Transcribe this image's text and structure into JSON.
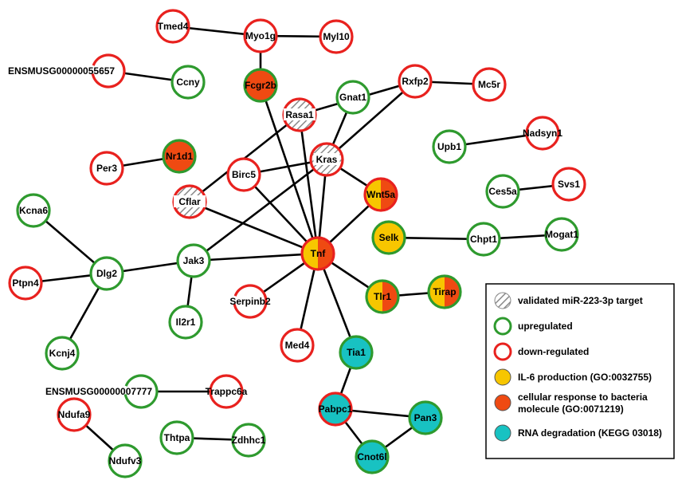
{
  "colors": {
    "up": "#2e9a2e",
    "down": "#e8211e",
    "il6": "#f7c600",
    "bacteria": "#ef4a12",
    "rna": "#18c2c2",
    "edge": "#000000"
  },
  "nodes": [
    {
      "id": "Tmed4",
      "label": "Tmed4",
      "ring": "down"
    },
    {
      "id": "Myo1g",
      "label": "Myo1g",
      "ring": "down"
    },
    {
      "id": "Myl10",
      "label": "Myl10",
      "ring": "down"
    },
    {
      "id": "ENSMUSG00000055657",
      "label": "ENSMUSG00000055657",
      "ring": "down",
      "arc": true
    },
    {
      "id": "Ccny",
      "label": "Ccny",
      "ring": "up"
    },
    {
      "id": "Fcgr2b",
      "label": "Fcgr2b",
      "ring": "up",
      "fill": "bacteria"
    },
    {
      "id": "Gnat1",
      "label": "Gnat1",
      "ring": "up"
    },
    {
      "id": "Rxfp2",
      "label": "Rxfp2",
      "ring": "down"
    },
    {
      "id": "Mc5r",
      "label": "Mc5r",
      "ring": "down"
    },
    {
      "id": "Rasa1",
      "label": "Rasa1",
      "ring": "down",
      "hatch": true
    },
    {
      "id": "Upb1",
      "label": "Upb1",
      "ring": "up"
    },
    {
      "id": "Nadsyn1",
      "label": "Nadsyn1",
      "ring": "down"
    },
    {
      "id": "Per3",
      "label": "Per3",
      "ring": "down"
    },
    {
      "id": "Nr1d1",
      "label": "Nr1d1",
      "ring": "up",
      "fill": "bacteria"
    },
    {
      "id": "Birc5",
      "label": "Birc5",
      "ring": "down"
    },
    {
      "id": "Kras",
      "label": "Kras",
      "ring": "down",
      "hatch": true
    },
    {
      "id": "Ces5a",
      "label": "Ces5a",
      "ring": "up"
    },
    {
      "id": "Svs1",
      "label": "Svs1",
      "ring": "down"
    },
    {
      "id": "Cflar",
      "label": "Cflar",
      "ring": "down",
      "hatch": true
    },
    {
      "id": "Wnt5a",
      "label": "Wnt5a",
      "ring": "down",
      "fill": "il6+bacteria"
    },
    {
      "id": "Kcna6",
      "label": "Kcna6",
      "ring": "up"
    },
    {
      "id": "Selk",
      "label": "Selk",
      "ring": "up",
      "fill": "il6"
    },
    {
      "id": "Chpt1",
      "label": "Chpt1",
      "ring": "up"
    },
    {
      "id": "Mogat1",
      "label": "Mogat1",
      "ring": "up"
    },
    {
      "id": "Dlg2",
      "label": "Dlg2",
      "ring": "up"
    },
    {
      "id": "Jak3",
      "label": "Jak3",
      "ring": "up"
    },
    {
      "id": "Tnf",
      "label": "Tnf",
      "ring": "down",
      "fill": "il6+bacteria"
    },
    {
      "id": "Ptpn4",
      "label": "Ptpn4",
      "ring": "down"
    },
    {
      "id": "Serpinb2",
      "label": "Serpinb2",
      "ring": "down",
      "arc": true
    },
    {
      "id": "Tlr1",
      "label": "Tlr1",
      "ring": "up",
      "fill": "il6+bacteria"
    },
    {
      "id": "Tirap",
      "label": "Tirap",
      "ring": "up",
      "fill": "il6+bacteria"
    },
    {
      "id": "Il2r1",
      "label": "Il2r1",
      "ring": "up"
    },
    {
      "id": "Kcnj4",
      "label": "Kcnj4",
      "ring": "up"
    },
    {
      "id": "Med4",
      "label": "Med4",
      "ring": "down"
    },
    {
      "id": "Tia1",
      "label": "Tia1",
      "ring": "up",
      "fill": "rna"
    },
    {
      "id": "ENSMUSG00000007777",
      "label": "ENSMUSG00000007777",
      "ring": "up",
      "arc": true
    },
    {
      "id": "Trappc6a",
      "label": "Trappc6a",
      "ring": "down"
    },
    {
      "id": "Pabpc1",
      "label": "Pabpc1",
      "ring": "down",
      "fill": "rna"
    },
    {
      "id": "Pan3",
      "label": "Pan3",
      "ring": "up",
      "fill": "rna"
    },
    {
      "id": "Ndufa9",
      "label": "Ndufa9",
      "ring": "down"
    },
    {
      "id": "Thtpa",
      "label": "Thtpa",
      "ring": "up"
    },
    {
      "id": "Zdhhc1",
      "label": "Zdhhc1",
      "ring": "up"
    },
    {
      "id": "Ndufv3",
      "label": "Ndufv3",
      "ring": "up"
    },
    {
      "id": "Cnot6l",
      "label": "Cnot6l",
      "ring": "up",
      "fill": "rna"
    }
  ],
  "edges": [
    [
      "Tmed4",
      "Myo1g"
    ],
    [
      "Myo1g",
      "Myl10"
    ],
    [
      "Myo1g",
      "Fcgr2b"
    ],
    [
      "ENSMUSG00000055657",
      "Ccny"
    ],
    [
      "Rxfp2",
      "Mc5r"
    ],
    [
      "Rxfp2",
      "Rasa1"
    ],
    [
      "Rxfp2",
      "Kras"
    ],
    [
      "Gnat1",
      "Kras"
    ],
    [
      "Fcgr2b",
      "Tnf"
    ],
    [
      "Rasa1",
      "Cflar"
    ],
    [
      "Rasa1",
      "Tnf"
    ],
    [
      "Kras",
      "Birc5"
    ],
    [
      "Kras",
      "Wnt5a"
    ],
    [
      "Kras",
      "Tnf"
    ],
    [
      "Kras",
      "Jak3"
    ],
    [
      "Upb1",
      "Nadsyn1"
    ],
    [
      "Per3",
      "Nr1d1"
    ],
    [
      "Birc5",
      "Tnf"
    ],
    [
      "Cflar",
      "Tnf"
    ],
    [
      "Ces5a",
      "Svs1"
    ],
    [
      "Wnt5a",
      "Tnf"
    ],
    [
      "Selk",
      "Chpt1"
    ],
    [
      "Chpt1",
      "Mogat1"
    ],
    [
      "Kcna6",
      "Dlg2"
    ],
    [
      "Dlg2",
      "Ptpn4"
    ],
    [
      "Dlg2",
      "Kcnj4"
    ],
    [
      "Dlg2",
      "Jak3"
    ],
    [
      "Jak3",
      "Tnf"
    ],
    [
      "Jak3",
      "Il2r1"
    ],
    [
      "Tnf",
      "Serpinb2"
    ],
    [
      "Tnf",
      "Tlr1"
    ],
    [
      "Tnf",
      "Med4"
    ],
    [
      "Tnf",
      "Tia1"
    ],
    [
      "Tlr1",
      "Tirap"
    ],
    [
      "Tia1",
      "Pabpc1"
    ],
    [
      "ENSMUSG00000007777",
      "Trappc6a"
    ],
    [
      "Pabpc1",
      "Pan3"
    ],
    [
      "Pabpc1",
      "Cnot6l"
    ],
    [
      "Pan3",
      "Cnot6l"
    ],
    [
      "Ndufa9",
      "Ndufv3"
    ],
    [
      "Thtpa",
      "Zdhhc1"
    ]
  ],
  "legend": {
    "items": [
      {
        "label": "validated miR-223-3p target",
        "symbol": "hatch"
      },
      {
        "label": "upregulated",
        "symbol": "up"
      },
      {
        "label": "down-regulated",
        "symbol": "down"
      },
      {
        "label": "IL-6 production (GO:0032755)",
        "symbol": "il6"
      },
      {
        "label": "cellular response to bacteria",
        "label2": "molecule (GO:0071219)",
        "symbol": "bacteria"
      },
      {
        "label": "RNA degradation (KEGG 03018)",
        "symbol": "rna"
      }
    ]
  }
}
